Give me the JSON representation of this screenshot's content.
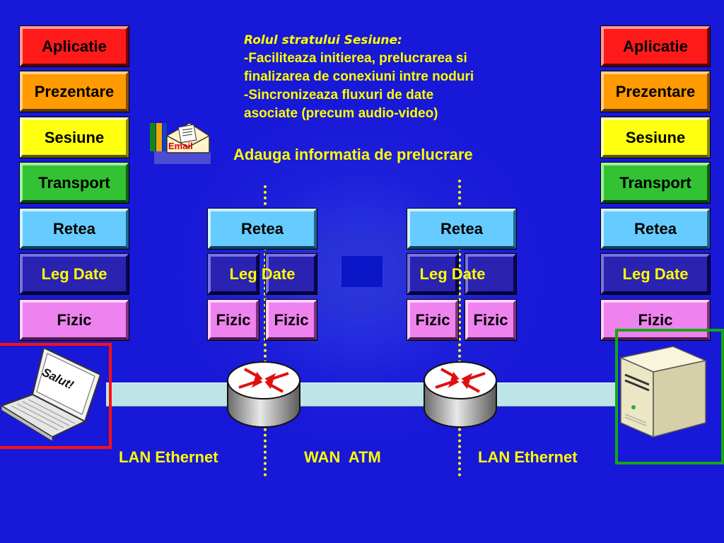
{
  "info": {
    "title": "Rolul stratului Sesiune:",
    "line1": "-Faciliteaza initierea, prelucrarea si",
    "line2": "finalizarea de conexiuni intre noduri",
    "line3": "-Sincronizeaza fluxuri de date",
    "line4": "asociate (precum audio-video)"
  },
  "headline": "Adauga informatia de prelucrare",
  "email_label": "Email",
  "laptop_text": "Salut!",
  "left_stack": [
    "Aplicatie",
    "Prezentare",
    "Sesiune",
    "Transport",
    "Retea",
    "Leg Date",
    "Fizic"
  ],
  "right_stack": [
    "Aplicatie",
    "Prezentare",
    "Sesiune",
    "Transport",
    "Retea",
    "Leg Date",
    "Fizic"
  ],
  "router1": {
    "network": "Retea",
    "datalink": "Leg Date",
    "phys_left": "Fizic",
    "phys_right": "Fizic"
  },
  "router2": {
    "network": "Retea",
    "datalink": "Leg Date",
    "phys_left": "Fizic",
    "phys_right": "Fizic"
  },
  "networks": {
    "lan_left": "LAN Ethernet",
    "wan": "WAN  ATM",
    "lan_right": "LAN Ethernet"
  },
  "colors": {
    "background": "#1818d8",
    "text_accent": "#ffff00",
    "aplicatie": "#ff1a1a",
    "prezentare": "#ff9a00",
    "sesiune": "#ffff10",
    "transport": "#33c233",
    "retea": "#66ccff",
    "leg_date": "#2a22b0",
    "fizic": "#ee82ee",
    "cable": "#bfe4e8",
    "client_frame": "#ff1010",
    "server_frame": "#11aa11"
  }
}
